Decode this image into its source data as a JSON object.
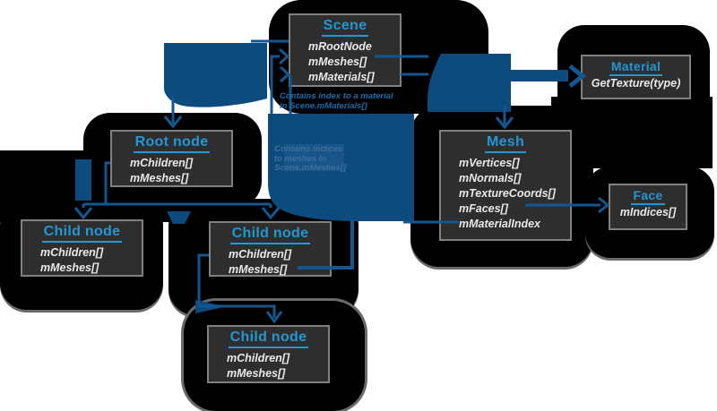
{
  "diagram": {
    "boxes": {
      "scene": {
        "title": "Scene",
        "members": [
          "mRootNode",
          "mMeshes[]",
          "mMaterials[]"
        ]
      },
      "material": {
        "title": "Material",
        "members": [
          "GetTexture(type)"
        ]
      },
      "mesh": {
        "title": "Mesh",
        "members": [
          "mVertices[]",
          "mNormals[]",
          "mTextureCoords[]",
          "mFaces[]",
          "mMaterialIndex"
        ]
      },
      "face": {
        "title": "Face",
        "members": [
          "mIndices[]"
        ]
      },
      "root_node": {
        "title": "Root node",
        "members": [
          "mChildren[]",
          "mMeshes[]"
        ]
      },
      "child_node_left": {
        "title": "Child node",
        "members": [
          "mChildren[]",
          "mMeshes[]"
        ]
      },
      "child_node_middle": {
        "title": "Child node",
        "members": [
          "mChildren[]",
          "mMeshes[]"
        ]
      },
      "child_node_bottom": {
        "title": "Child node",
        "members": [
          "mChildren[]",
          "mMeshes[]"
        ]
      }
    },
    "notes": {
      "material_note": {
        "line1": "Contains index to a material",
        "line2": "in Scene.mMaterials[]"
      },
      "mesh_note": {
        "line1": "Contains indices",
        "line2": "to meshes in",
        "line3": "Scene.mMeshes[]"
      }
    },
    "colors": {
      "accent_blue": "#2496d4",
      "shape_blue": "#0d4b7e",
      "line_blue": "#12578f",
      "note_blue": "#1a6cad",
      "box_fill": "#2e2e2e",
      "box_border": "#808080",
      "blob_black": "#000000"
    }
  }
}
